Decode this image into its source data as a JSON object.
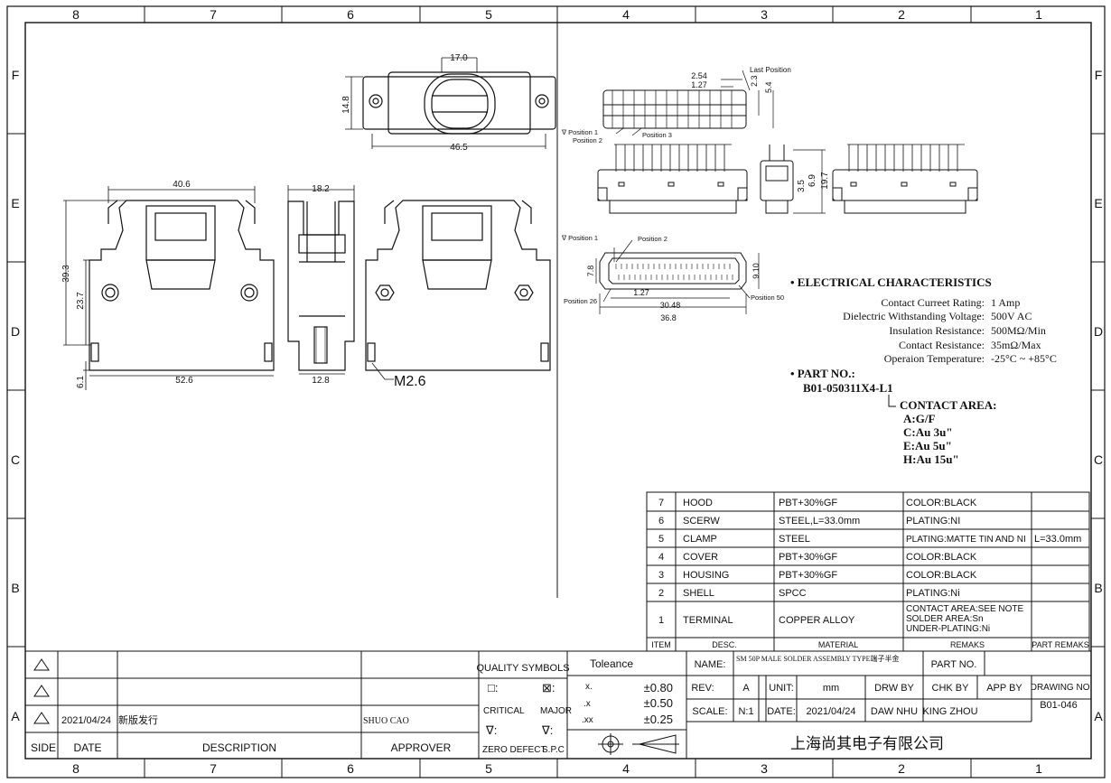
{
  "frame": {
    "top_cols": [
      "8",
      "7",
      "6",
      "5",
      "4",
      "3",
      "2",
      "1"
    ],
    "bottom_cols": [
      "8",
      "7",
      "6",
      "5",
      "4",
      "3",
      "2",
      "1"
    ],
    "rows_left": [
      "F",
      "E",
      "D",
      "C",
      "B",
      "A"
    ],
    "rows_right": [
      "F",
      "E",
      "D",
      "C",
      "B",
      "A"
    ]
  },
  "top_view": {
    "dim_width_top": "17.0",
    "dim_height": "14.8",
    "dim_width_bottom": "46.5"
  },
  "front_view": {
    "dim_width": "40.6",
    "dim_h1": "39.3",
    "dim_h2": "23.7",
    "dim_pin": "6.1",
    "dim_base": "52.6"
  },
  "side_view": {
    "dim_width": "18.2",
    "dim_bottom": "12.8",
    "thread_label": "M2.6"
  },
  "contact_view": {
    "dim_a": "2.54",
    "dim_b": "1.27",
    "dim_c": "2.3",
    "dim_d": "5.4",
    "last_pos": "Last Position",
    "pos1": "∇ Position 1",
    "pos2": "Position 2",
    "pos3": "Position 3"
  },
  "side_small_view": {
    "dim_a": "3.5",
    "dim_b": "6.9",
    "dim_c": "19.7"
  },
  "face_view": {
    "pos1": "∇ Position 1",
    "pos2": "Position 2",
    "pos26": "Position 26",
    "pos50": "Position 50",
    "dim_h": "7.8",
    "dim_h2": "9.10",
    "dim_p": "1.27",
    "dim_w1": "30.48",
    "dim_w2": "36.8"
  },
  "electrical": {
    "heading": "• ELECTRICAL CHARACTERISTICS",
    "rows": [
      {
        "label": "Contact Curreet Rating:",
        "value": "1 Amp"
      },
      {
        "label": "Dielectric Withstanding Voltage:",
        "value": "500V AC"
      },
      {
        "label": "Insulation Resistance:",
        "value": "500MΩ/Min"
      },
      {
        "label": "Contact Resistance:",
        "value": "35mΩ/Max"
      },
      {
        "label": "Operaion Temperature:",
        "value": "-25°C ~ +85°C"
      }
    ]
  },
  "part": {
    "heading": "• PART NO.:",
    "number": "B01-050311X4-L1",
    "contact_heading": "CONTACT AREA:",
    "options": [
      "A:G/F",
      "C:Au  3u\"",
      "E:Au  5u\"",
      "H:Au  15u\""
    ]
  },
  "bom": {
    "rows": [
      {
        "item": "7",
        "desc": "HOOD",
        "material": "PBT+30%GF",
        "remarks": "COLOR:BLACK",
        "part_remarks": ""
      },
      {
        "item": "6",
        "desc": "SCERW",
        "material": "STEEL,L=33.0mm",
        "remarks": "PLATING:NI",
        "part_remarks": ""
      },
      {
        "item": "5",
        "desc": "CLAMP",
        "material": "STEEL",
        "remarks": "PLATING:MATTE TIN AND NI",
        "part_remarks": "L=33.0mm"
      },
      {
        "item": "4",
        "desc": "COVER",
        "material": "PBT+30%GF",
        "remarks": "COLOR:BLACK",
        "part_remarks": ""
      },
      {
        "item": "3",
        "desc": "HOUSING",
        "material": "PBT+30%GF",
        "remarks": "COLOR:BLACK",
        "part_remarks": ""
      },
      {
        "item": "2",
        "desc": "SHELL",
        "material": "SPCC",
        "remarks": "PLATING:Ni",
        "part_remarks": ""
      }
    ],
    "terminal": {
      "item": "1",
      "desc": "TERMINAL",
      "material": "COPPER ALLOY",
      "remarks": [
        "CONTACT AREA:SEE NOTE",
        "SOLDER AREA:Sn",
        "UNDER-PLATING:Ni"
      ]
    },
    "headers": {
      "item": "ITEM",
      "desc": "DESC.",
      "material": "MATERIAL",
      "remarks": "REMAKS",
      "part_remarks": "PART REMAKS"
    }
  },
  "revisions": {
    "rows": [
      {
        "date": "",
        "desc": "",
        "approver": ""
      },
      {
        "date": "",
        "desc": "",
        "approver": ""
      },
      {
        "date": "2021/04/24",
        "desc": "新版发行",
        "approver": "SHUO CAO"
      }
    ],
    "headers": {
      "side": "SIDE",
      "date": "DATE",
      "desc": "DESCRIPTION",
      "approver": "APPROVER"
    }
  },
  "quality": {
    "title": "QUALITY SYMBOLS",
    "critical": "CRITICAL",
    "major": "MAJOR",
    "zero_defect": "ZERO DEFECT",
    "spc": "S.P.C",
    "sym_critical": "□:",
    "sym_major": "⊠:",
    "sym_zero": "∇:",
    "sym_spc": "∇:"
  },
  "tolerance": {
    "title": "Toleance",
    "rows": [
      {
        "k": "x.",
        "v": "±0.80"
      },
      {
        "k": ".x",
        "v": "±0.50"
      },
      {
        "k": ".xx",
        "v": "±0.25"
      }
    ]
  },
  "title_block": {
    "name_label": "NAME:",
    "name_value": "SM 50P MALE SOLDER ASSEMBLY TYPE端子半金",
    "part_no_label": "PART NO.",
    "part_no_value": "",
    "rev_label": "REV:",
    "rev_value": "A",
    "unit_label": "UNIT:",
    "unit_value": "mm",
    "drw_label": "DRW BY",
    "chk_label": "CHK BY",
    "app_label": "APP BY",
    "drawing_no_label": "DRAWING NO.",
    "drawing_no_value": "B01-046",
    "scale_label": "SCALE:",
    "scale_value": "N:1",
    "date_label": "DATE:",
    "date_value": "2021/04/24",
    "drw_value": "DAW NHU",
    "chk_value": "KING ZHOU",
    "company": "上海尚其电子有限公司"
  }
}
